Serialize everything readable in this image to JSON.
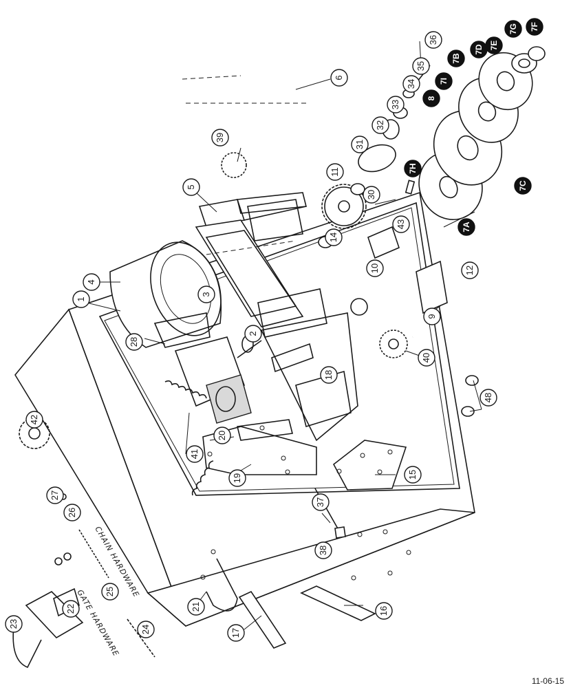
{
  "drawing_number": "11-06-15",
  "callouts": [
    "1",
    "2",
    "3",
    "4",
    "5",
    "6",
    "7A",
    "7B",
    "7C",
    "7D",
    "7E",
    "7F",
    "7G",
    "7H",
    "7I",
    "8",
    "9",
    "10",
    "11",
    "12",
    "14",
    "15",
    "16",
    "17",
    "18",
    "19",
    "20",
    "21",
    "22",
    "23",
    "24",
    "25",
    "26",
    "27",
    "28",
    "30",
    "31",
    "32",
    "33",
    "34",
    "35",
    "36",
    "37",
    "38",
    "39",
    "40",
    "41",
    "42",
    "43",
    "48"
  ],
  "annotations": {
    "chain_hardware": "CHAIN HARDWARE",
    "gate_hardware": "GATE HARDWARE"
  }
}
